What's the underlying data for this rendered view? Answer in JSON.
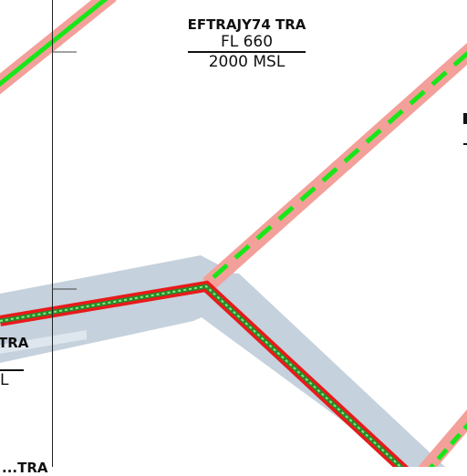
{
  "areas": [
    {
      "name": "EFTRAJY74 TRA",
      "upper": "FL 660",
      "lower": "2000 MSL"
    },
    {
      "name": "TRA",
      "lower": "L"
    },
    {
      "name": "...TRA",
      "partial": true
    }
  ],
  "colors": {
    "route_halo": "#f4a09a",
    "route_solid": "#e81a1a",
    "route_dash": "#19e619",
    "airspace_band": "#c5d1dc",
    "grid_line": "#222222",
    "background": "#ffffff"
  }
}
